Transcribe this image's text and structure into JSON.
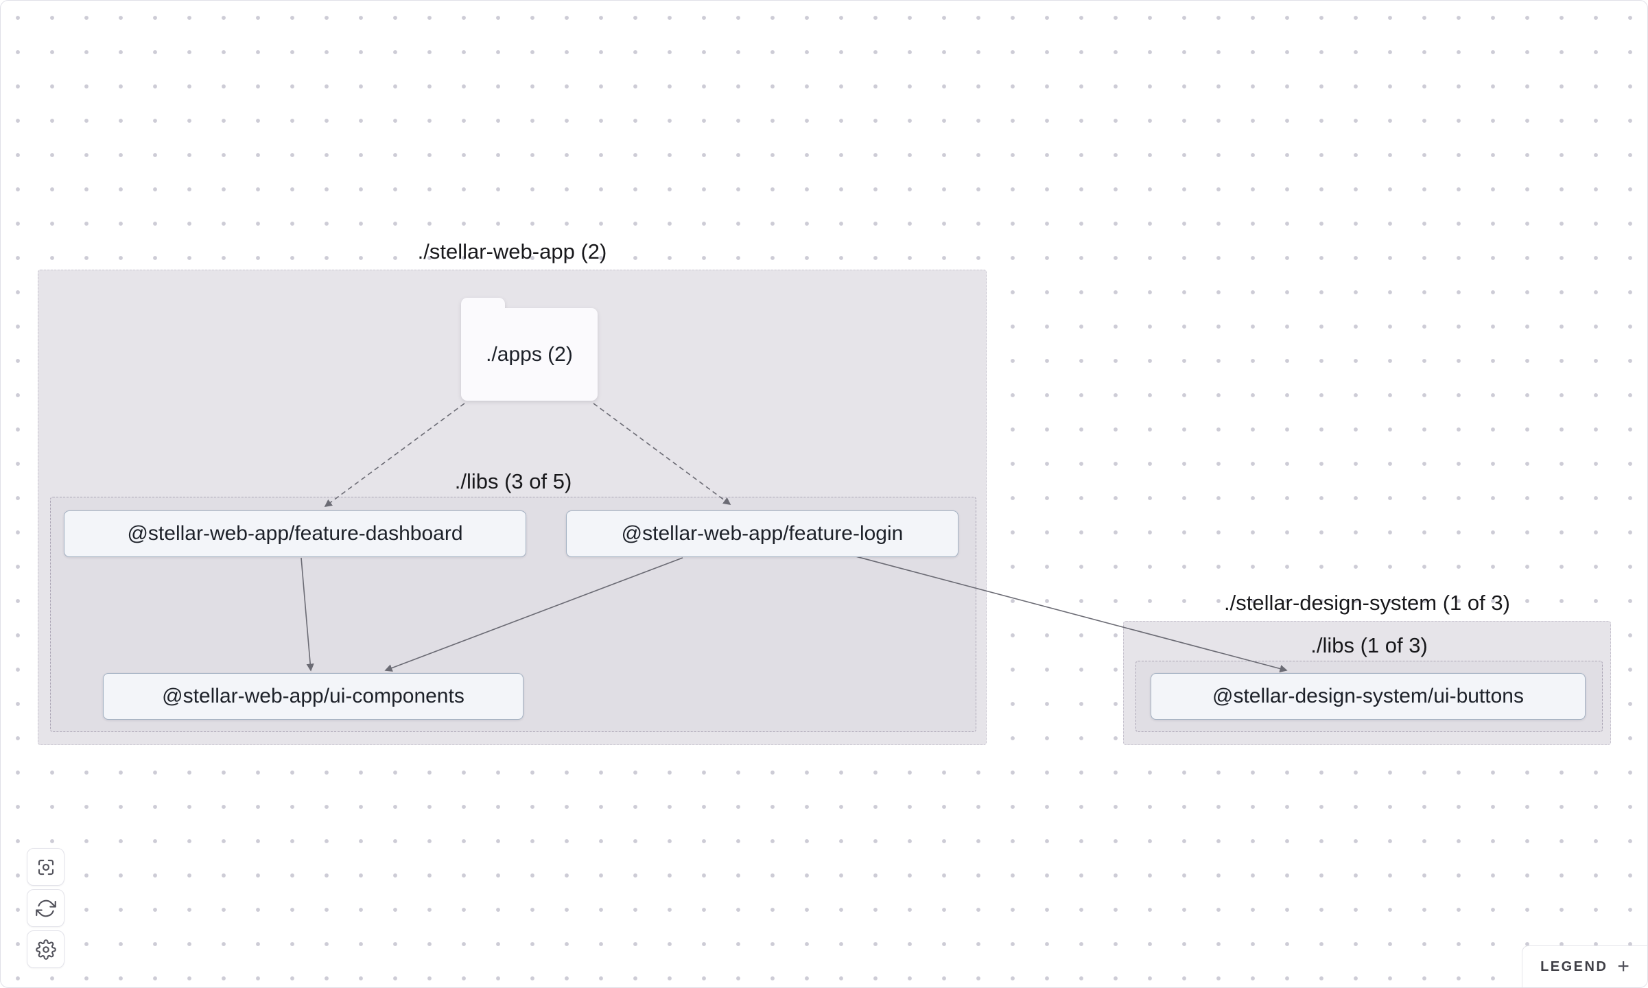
{
  "groups": {
    "stellar_web_app": {
      "label": "./stellar-web-app (2)"
    },
    "stellar_web_app_libs": {
      "label": "./libs (3 of 5)"
    },
    "stellar_design_system": {
      "label": "./stellar-design-system (1 of 3)"
    },
    "stellar_design_system_libs": {
      "label": "./libs (1 of 3)"
    }
  },
  "nodes": {
    "apps_folder": {
      "label": "./apps (2)",
      "type": "folder"
    },
    "feature_dashboard": {
      "label": "@stellar-web-app/feature-dashboard"
    },
    "feature_login": {
      "label": "@stellar-web-app/feature-login"
    },
    "ui_components": {
      "label": "@stellar-web-app/ui-components"
    },
    "ui_buttons": {
      "label": "@stellar-design-system/ui-buttons"
    }
  },
  "edges": [
    {
      "from": "./apps (2)",
      "to": "@stellar-web-app/feature-dashboard",
      "style": "dashed"
    },
    {
      "from": "./apps (2)",
      "to": "@stellar-web-app/feature-login",
      "style": "dashed"
    },
    {
      "from": "@stellar-web-app/feature-dashboard",
      "to": "@stellar-web-app/ui-components",
      "style": "solid"
    },
    {
      "from": "@stellar-web-app/feature-login",
      "to": "@stellar-web-app/ui-components",
      "style": "solid"
    },
    {
      "from": "@stellar-web-app/feature-login",
      "to": "@stellar-design-system/ui-buttons",
      "style": "solid"
    }
  ],
  "toolbar": {
    "buttons": [
      {
        "icon": "focus-icon"
      },
      {
        "icon": "refresh-icon"
      },
      {
        "icon": "gear-icon"
      }
    ]
  },
  "legend": {
    "label": "LEGEND",
    "toggle": "+"
  },
  "colors": {
    "group_fill": "#e6e4e9",
    "node_bg": "#f3f5f9",
    "node_border": "#a3b1c2",
    "edge": "#6b6b74",
    "canvas_dot": "#cdccd6"
  }
}
